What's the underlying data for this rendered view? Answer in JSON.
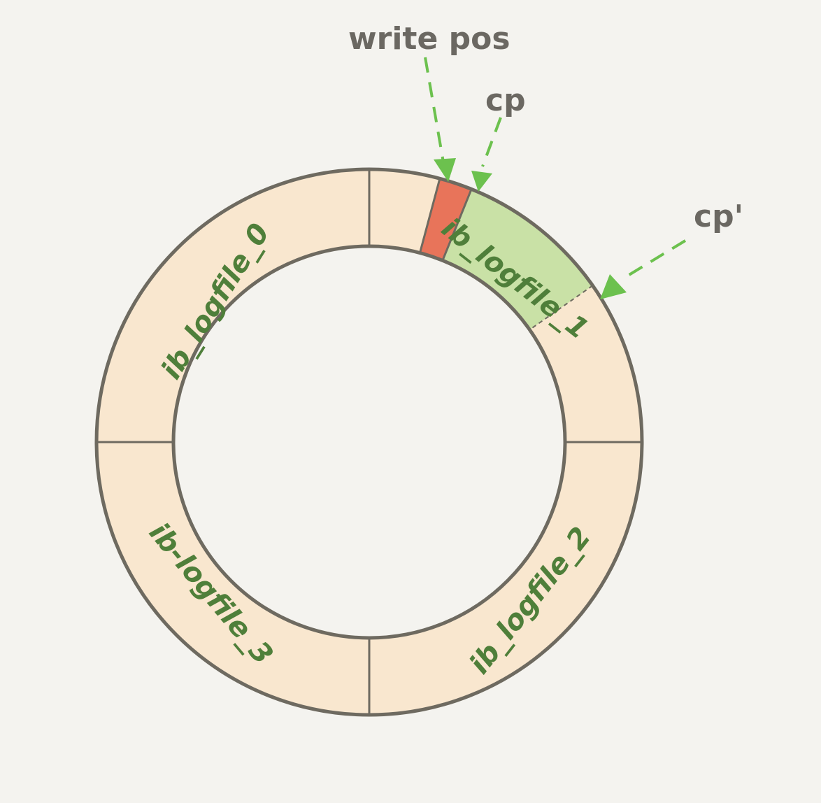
{
  "segments": [
    {
      "label": "ib_logfile_0"
    },
    {
      "label": "ib_logfile_1"
    },
    {
      "label": "ib_logfile_2"
    },
    {
      "label": "ib-logfile_3"
    }
  ],
  "pointers": {
    "write_pos": "write pos",
    "cp": "cp",
    "cp_prime": "cp'"
  },
  "colors": {
    "background": "#f4f3ef",
    "ring_fill": "#f9e7cf",
    "ring_stroke": "#6e6a60",
    "written_region": "#e8745a",
    "checkpoint_region": "#c9e1a6",
    "label_text": "#4f7f3a",
    "pointer_text": "#6b6862",
    "arrow": "#6cc14e"
  }
}
